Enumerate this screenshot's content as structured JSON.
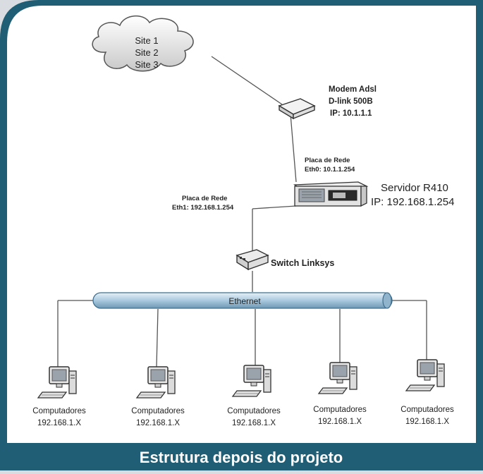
{
  "cloud": {
    "lines": [
      "Site 1",
      "Site 2",
      "Site 3"
    ]
  },
  "modem": {
    "title": "Modem Adsl",
    "model": "D-link 500B",
    "ip": "IP: 10.1.1.1"
  },
  "nic_eth0": {
    "title": "Placa de Rede",
    "ip": "Eth0: 10.1.1.254"
  },
  "nic_eth1": {
    "title": "Placa de Rede",
    "ip": "Eth1: 192.168.1.254"
  },
  "server": {
    "name": "Servidor R410",
    "ip": "IP: 192.168.1.254"
  },
  "switch": {
    "label": "Switch Linksys"
  },
  "bus": {
    "label": "Ethernet"
  },
  "computers": [
    {
      "label": "Computadores",
      "ip": "192.168.1.X"
    },
    {
      "label": "Computadores",
      "ip": "192.168.1.X"
    },
    {
      "label": "Computadores",
      "ip": "192.168.1.X"
    },
    {
      "label": "Computadores",
      "ip": "192.168.1.X"
    },
    {
      "label": "Computadores",
      "ip": "192.168.1.X"
    }
  ],
  "caption": "Estrutura depois do projeto",
  "colors": {
    "frame": "#1f5e74",
    "panel": "#ffffff",
    "bus": "#b8d4e6",
    "caption_text": "#ffffff"
  }
}
